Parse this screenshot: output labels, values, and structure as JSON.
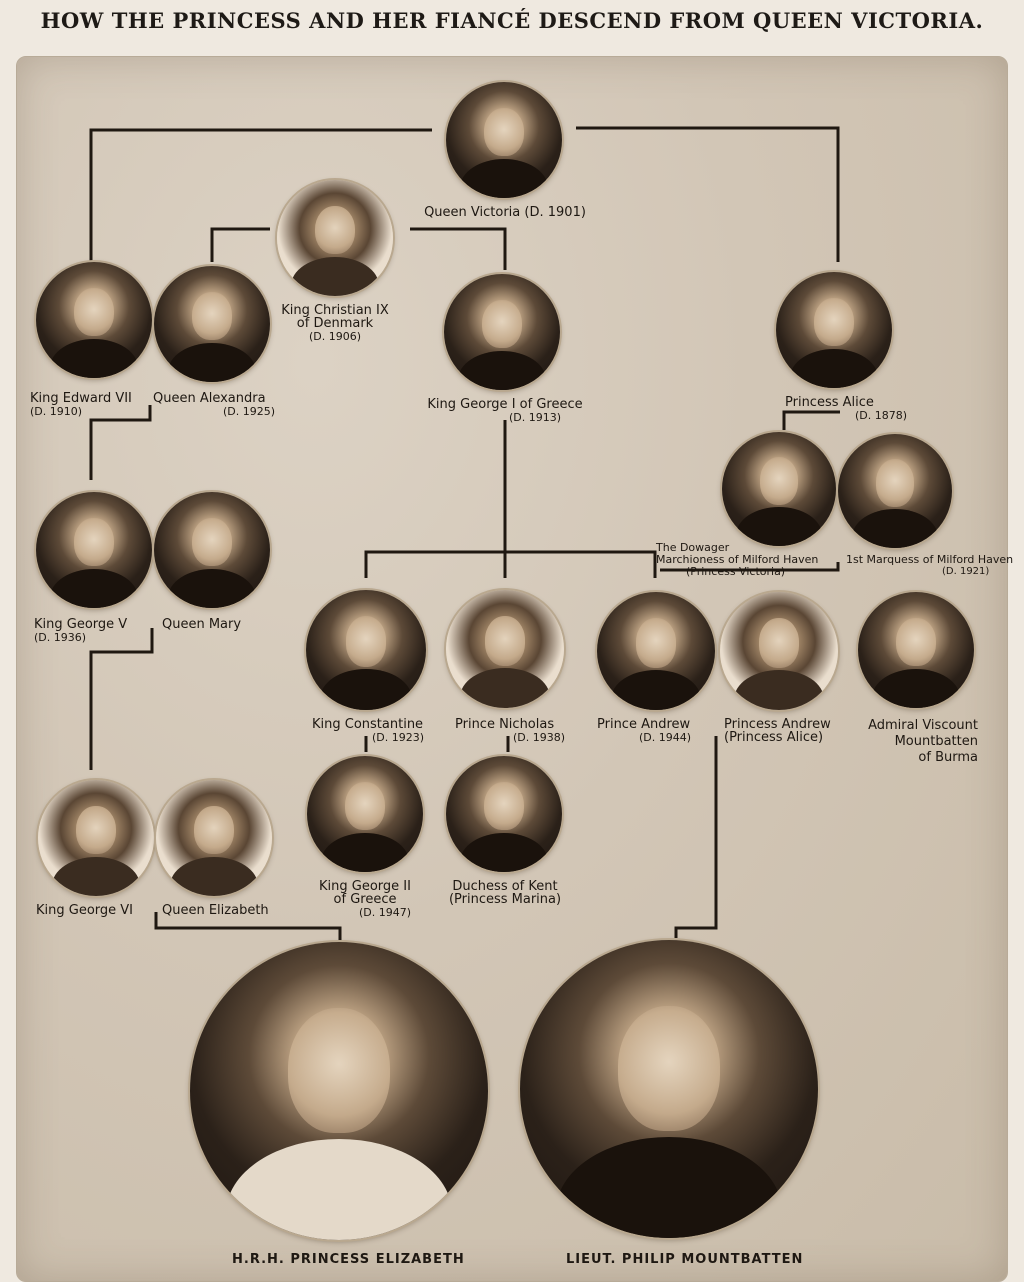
{
  "title": "HOW THE PRINCESS AND HER FIANCÉ DESCEND FROM QUEEN VICTORIA.",
  "people": {
    "queen_victoria": {
      "name": "Queen Victoria",
      "dates": "(D. 1901)"
    },
    "christian_ix": {
      "name": "King Christian IX",
      "name2": "of Denmark",
      "dates": "(D. 1906)"
    },
    "edward_vii": {
      "name": "King Edward VII",
      "dates": "(D. 1910)"
    },
    "alexandra": {
      "name": "Queen Alexandra",
      "dates": "(D. 1925)"
    },
    "george_i_greece": {
      "name": "King George I of Greece",
      "dates": "(D. 1913)"
    },
    "alice": {
      "name": "Princess Alice",
      "dates": "(D. 1878)"
    },
    "dowager_milford": {
      "name": "The Dowager",
      "name2": "Marchioness of Milford Haven",
      "name3": "(Princess Victoria)"
    },
    "marquess_milford": {
      "name": "1st Marquess of Milford Haven",
      "dates": "(D. 1921)"
    },
    "george_v": {
      "name": "King George V",
      "dates": "(D. 1936)"
    },
    "queen_mary": {
      "name": "Queen Mary"
    },
    "constantine": {
      "name": "King Constantine",
      "dates": "(D. 1923)"
    },
    "nicholas": {
      "name": "Prince Nicholas",
      "dates": "(D. 1938)"
    },
    "andrew": {
      "name": "Prince Andrew",
      "dates": "(D. 1944)"
    },
    "princess_andrew": {
      "name": "Princess Andrew",
      "name2": "(Princess Alice)"
    },
    "mountbatten": {
      "name": "Admiral Viscount",
      "name2": "Mountbatten",
      "name3": "of Burma"
    },
    "george_vi": {
      "name": "King George VI"
    },
    "queen_elizabeth": {
      "name": "Queen Elizabeth"
    },
    "george_ii_greece": {
      "name": "King George II",
      "name2": "of Greece",
      "dates": "(D. 1947)"
    },
    "duchess_kent": {
      "name": "Duchess of Kent",
      "name2": "(Princess Marina)"
    }
  },
  "captions": {
    "elizabeth": "H.R.H. PRINCESS ELIZABETH",
    "philip": "LIEUT. PHILIP MOUNTBATTEN"
  }
}
